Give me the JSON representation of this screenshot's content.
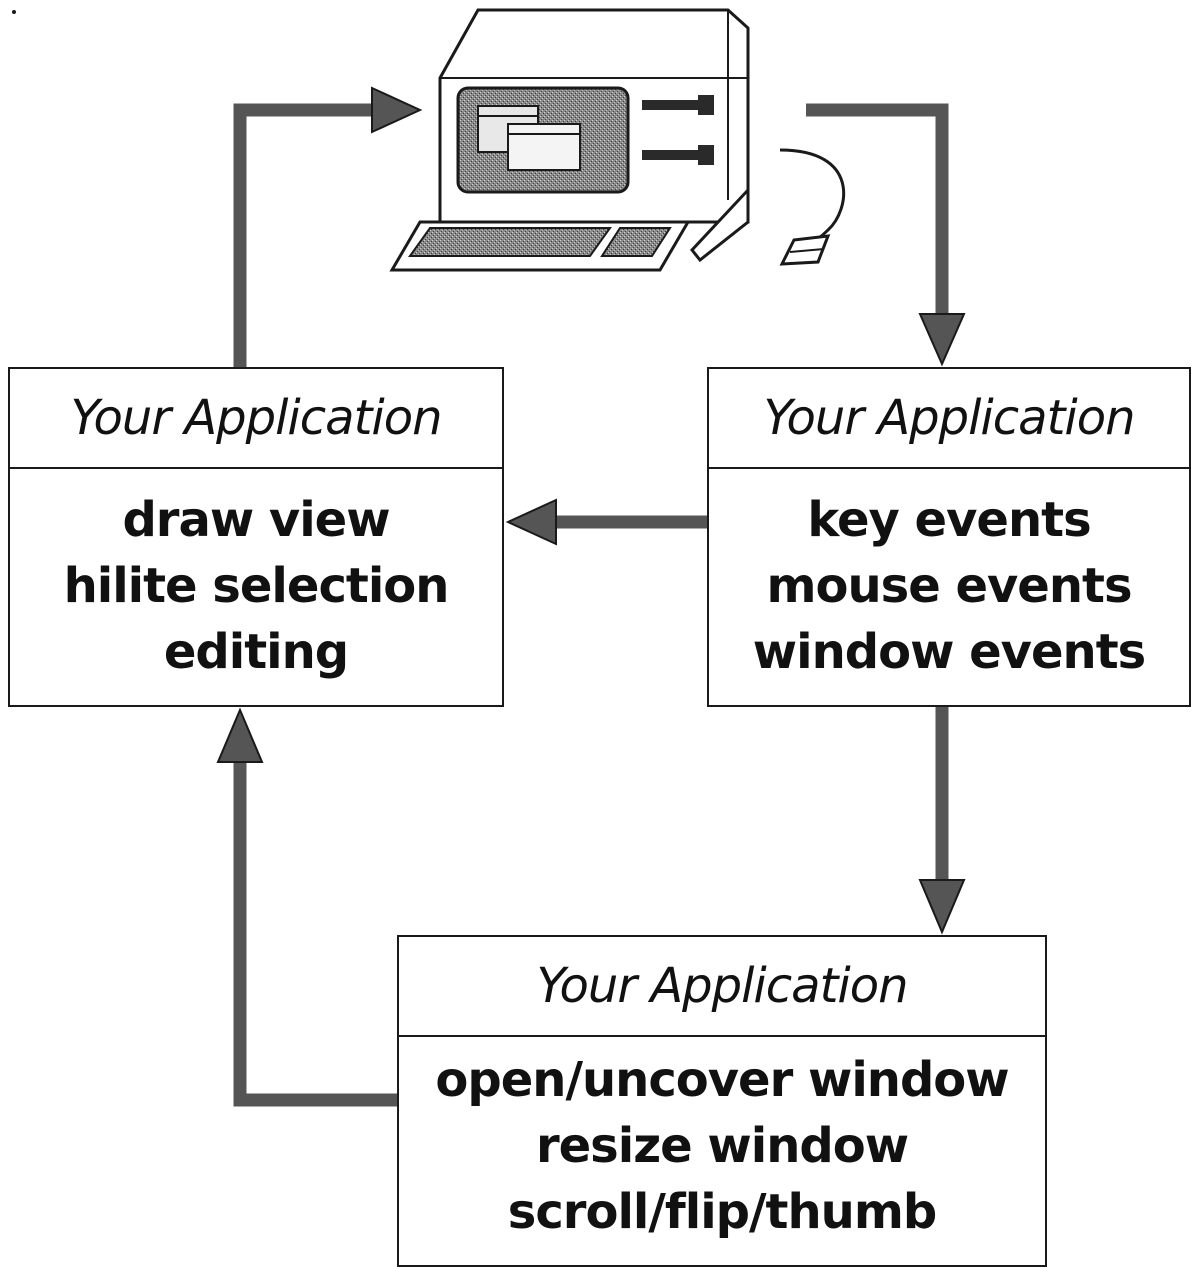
{
  "boxes": {
    "left": {
      "title": "Your Application",
      "items": [
        "draw view",
        "hilite selection",
        "editing"
      ]
    },
    "right": {
      "title": "Your Application",
      "items": [
        "key events",
        "mouse events",
        "window events"
      ]
    },
    "bottom": {
      "title": "Your Application",
      "items": [
        "open/uncover window",
        "resize window",
        "scroll/flip/thumb"
      ]
    }
  },
  "colors": {
    "line": "#1a1a1a",
    "arrow": "#555555",
    "screen": "#7a7a7a"
  }
}
